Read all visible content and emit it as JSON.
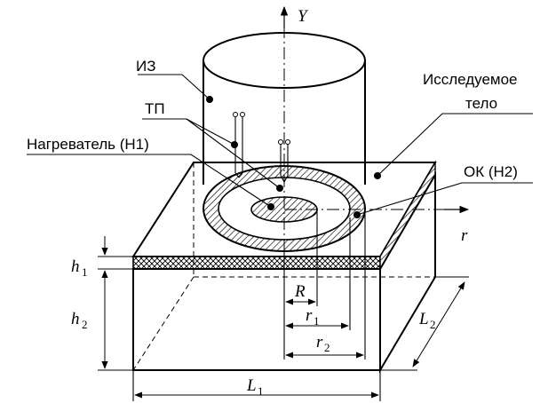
{
  "labels": {
    "iz": "ИЗ",
    "tp": "ТП",
    "heater": "Нагреватель (Н1)",
    "body_line1": "Исследуемое",
    "body_line2": "тело",
    "ok": "ОК (Н2)"
  },
  "axes": {
    "y": "Y",
    "r": "r"
  },
  "dimensions": {
    "h1_base": "h",
    "h1_sub": "1",
    "h2_base": "h",
    "h2_sub": "2",
    "R": "R",
    "r1_base": "r",
    "r1_sub": "1",
    "r2_base": "r",
    "r2_sub": "2",
    "L1_base": "L",
    "L1_sub": "1",
    "L2_base": "L",
    "L2_sub": "2"
  }
}
